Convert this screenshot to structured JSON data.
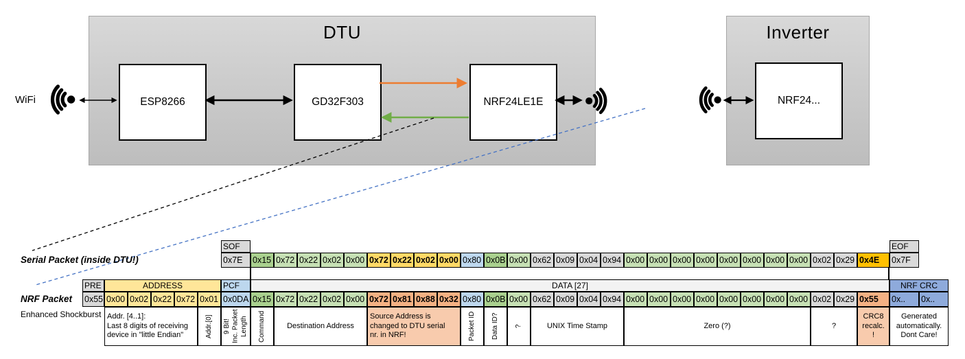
{
  "diagram": {
    "wifi_label": "WiFi",
    "dtu": {
      "title": "DTU",
      "components": [
        "ESP8266",
        "GD32F303",
        "NRF24LE1E"
      ]
    },
    "inverter": {
      "title": "Inverter",
      "component": "NRF24..."
    },
    "colors": {
      "orange_arrow": "#ED7D31",
      "green_arrow": "#70AD47",
      "blue_dashed": "#4472C4",
      "light_green": "#C6E0B4",
      "dark_green": "#A9D08E",
      "bold_yellow": "#FFD966",
      "amber": "#FFC000",
      "salmon_bold": "#F4B183",
      "salmon_light": "#F8CBAD",
      "address_yellow": "#FFE699",
      "pcf_blue": "#BDD7EE",
      "crc_blue": "#8EAADB",
      "cell_gray": "#D9D9D9"
    }
  },
  "serial": {
    "label": "Serial Packet (inside DTU!)",
    "sof": {
      "label": "SOF",
      "value": "0x7E"
    },
    "eof": {
      "label": "EOF",
      "value": "0x7F"
    },
    "bytes": [
      {
        "t": "0x15",
        "c": "g2"
      },
      {
        "t": "0x72",
        "c": "g1"
      },
      {
        "t": "0x22",
        "c": "g1"
      },
      {
        "t": "0x02",
        "c": "g1"
      },
      {
        "t": "0x00",
        "c": "g1"
      },
      {
        "t": "0x72",
        "c": "yb"
      },
      {
        "t": "0x22",
        "c": "yb"
      },
      {
        "t": "0x02",
        "c": "yb"
      },
      {
        "t": "0x00",
        "c": "yb"
      },
      {
        "t": "0x80",
        "c": "bl"
      },
      {
        "t": "0x0B",
        "c": "g2"
      },
      {
        "t": "0x00",
        "c": "g1"
      },
      {
        "t": "0x62",
        "c": "gr"
      },
      {
        "t": "0x09",
        "c": "gr"
      },
      {
        "t": "0x04",
        "c": "gr"
      },
      {
        "t": "0x94",
        "c": "gr"
      },
      {
        "t": "0x00",
        "c": "g1"
      },
      {
        "t": "0x00",
        "c": "g1"
      },
      {
        "t": "0x00",
        "c": "g1"
      },
      {
        "t": "0x00",
        "c": "g1"
      },
      {
        "t": "0x00",
        "c": "g1"
      },
      {
        "t": "0x00",
        "c": "g1"
      },
      {
        "t": "0x00",
        "c": "g1"
      },
      {
        "t": "0x00",
        "c": "g1"
      },
      {
        "t": "0x02",
        "c": "gr"
      },
      {
        "t": "0x29",
        "c": "gr"
      },
      {
        "t": "0x4E",
        "c": "am"
      }
    ]
  },
  "nrf": {
    "label": "NRF Packet",
    "sub_label": "Enhanced Shockburst",
    "pre": {
      "label": "PRE",
      "value": "0x55"
    },
    "address": {
      "label": "ADDRESS",
      "values": [
        "0x00",
        "0x02",
        "0x22",
        "0x72",
        "0x01"
      ]
    },
    "pcf": {
      "label": "PCF",
      "value": "0x0DA"
    },
    "data_label": "DATA [27]",
    "crc": {
      "label": "NRF CRC",
      "values": [
        "0x..",
        "0x.."
      ]
    },
    "bytes": [
      {
        "t": "0x15",
        "c": "g2"
      },
      {
        "t": "0x72",
        "c": "g1"
      },
      {
        "t": "0x22",
        "c": "g1"
      },
      {
        "t": "0x02",
        "c": "g1"
      },
      {
        "t": "0x00",
        "c": "g1"
      },
      {
        "t": "0x72",
        "c": "sa"
      },
      {
        "t": "0x81",
        "c": "sa"
      },
      {
        "t": "0x88",
        "c": "sa"
      },
      {
        "t": "0x32",
        "c": "sa"
      },
      {
        "t": "0x80",
        "c": "bl"
      },
      {
        "t": "0x0B",
        "c": "g2"
      },
      {
        "t": "0x00",
        "c": "g1"
      },
      {
        "t": "0x62",
        "c": "gr"
      },
      {
        "t": "0x09",
        "c": "gr"
      },
      {
        "t": "0x04",
        "c": "gr"
      },
      {
        "t": "0x94",
        "c": "gr"
      },
      {
        "t": "0x00",
        "c": "g1"
      },
      {
        "t": "0x00",
        "c": "g1"
      },
      {
        "t": "0x00",
        "c": "g1"
      },
      {
        "t": "0x00",
        "c": "g1"
      },
      {
        "t": "0x00",
        "c": "g1"
      },
      {
        "t": "0x00",
        "c": "g1"
      },
      {
        "t": "0x00",
        "c": "g1"
      },
      {
        "t": "0x00",
        "c": "g1"
      },
      {
        "t": "0x02",
        "c": "gr"
      },
      {
        "t": "0x29",
        "c": "gr"
      },
      {
        "t": "0x55",
        "c": "sa"
      }
    ],
    "annotations": [
      {
        "t": "",
        "c": "spacer",
        "s": 1
      },
      {
        "t": "Addr. [4..1]:\nLast 8 digits of receiving\ndevice in \"little Endian\"",
        "c": "left",
        "s": 4
      },
      {
        "t": "Addr.[0]",
        "c": "vert",
        "s": 1
      },
      {
        "t": "9 Bit!\nInc. Packet\nLength",
        "c": "vert",
        "s": 1
      },
      {
        "t": "Command",
        "c": "vert",
        "s": 1
      },
      {
        "t": "Destination Address",
        "c": "",
        "s": 4
      },
      {
        "t": "Source Address is\nchanged to DTU serial\nnr. in NRF!",
        "c": "salmon left",
        "s": 4
      },
      {
        "t": "Packet ID",
        "c": "vert",
        "s": 1
      },
      {
        "t": "Data ID?",
        "c": "vert",
        "s": 1
      },
      {
        "t": "?",
        "c": "vert",
        "s": 1
      },
      {
        "t": "UNIX Time Stamp",
        "c": "",
        "s": 4
      },
      {
        "t": "Zero (?)",
        "c": "",
        "s": 8
      },
      {
        "t": "?",
        "c": "",
        "s": 2
      },
      {
        "t": "CRC8\nrecalc.\n!",
        "c": "salmon",
        "s": 1
      },
      {
        "t": "Generated\nautomatically.\nDont Care!",
        "c": "",
        "s": 2
      }
    ]
  }
}
